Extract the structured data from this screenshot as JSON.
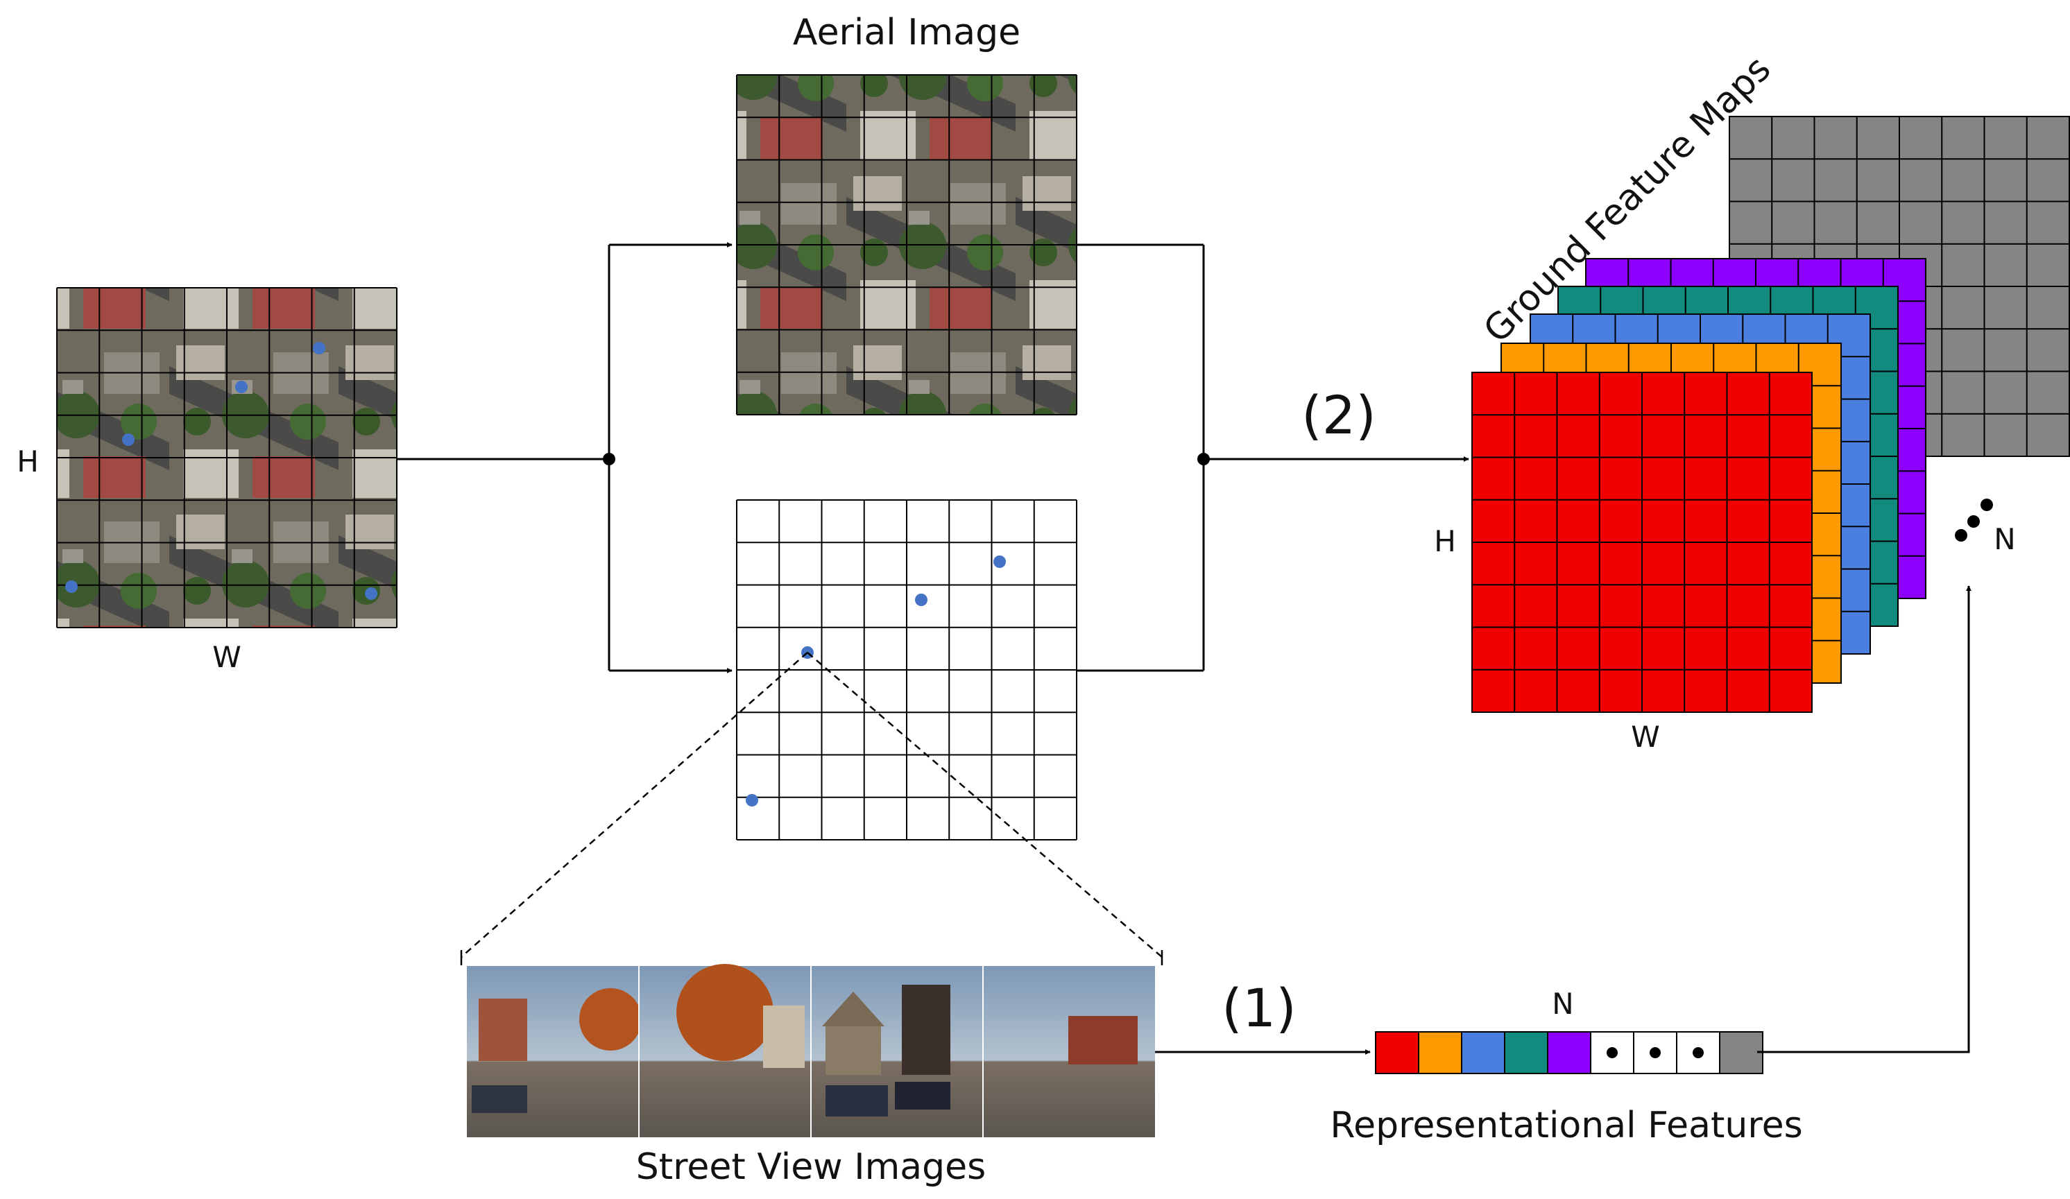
{
  "labels": {
    "aerial_image": "Aerial Image",
    "ground_feature_maps": "Ground Feature Maps",
    "street_view_images": "Street View Images",
    "representational_features": "Representational Features",
    "step_1": "(1)",
    "step_2": "(2)",
    "input_height": "H",
    "input_width": "W",
    "maps_height": "H",
    "maps_width": "W",
    "vector_n": "N",
    "stack_n": "N"
  },
  "grid": {
    "cells": 8
  },
  "colors": {
    "feature_red": "#f20000",
    "feature_orange": "#ff9900",
    "feature_blue": "#4a7fe0",
    "feature_teal": "#128a7d",
    "feature_purple": "#8d00ff",
    "feature_gray": "#858585",
    "point_blue": "#4472c4",
    "line": "#000000"
  },
  "feature_vector": {
    "colored_slots": [
      "feature_red",
      "feature_orange",
      "feature_blue",
      "feature_teal",
      "feature_purple"
    ],
    "ellipsis_slots": 3,
    "final_slot": "feature_gray"
  },
  "feature_map_stack": [
    "feature_gray",
    "feature_purple",
    "feature_teal",
    "feature_blue",
    "feature_orange",
    "feature_red"
  ]
}
